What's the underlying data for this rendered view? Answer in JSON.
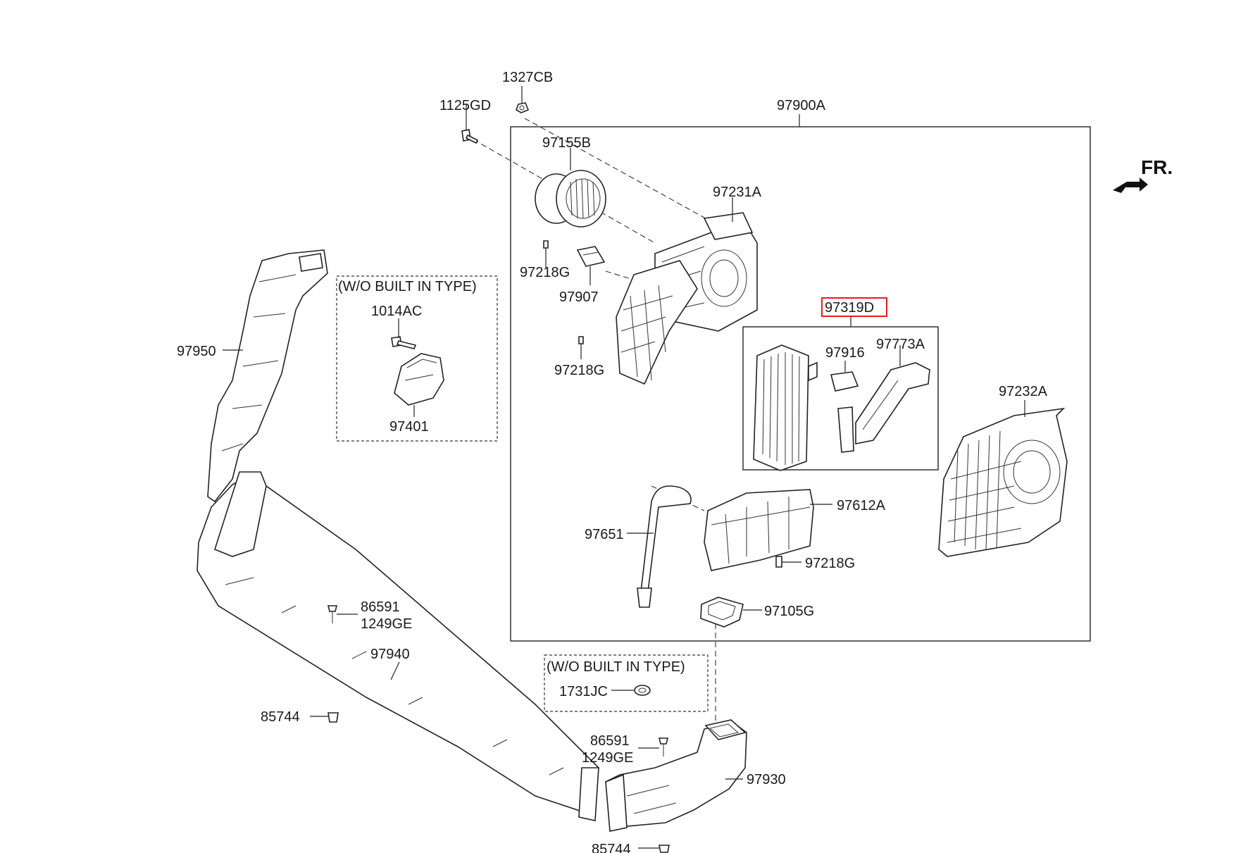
{
  "labels": {
    "p1327CB": "1327CB",
    "p1125GD": "1125GD",
    "p97900A": "97900A",
    "p97155B": "97155B",
    "p97231A": "97231A",
    "p97218G_a": "97218G",
    "p97907": "97907",
    "p97218G_b": "97218G",
    "p97319D": "97319D",
    "p97916": "97916",
    "p97773A": "97773A",
    "p97232A": "97232A",
    "p97612A": "97612A",
    "p97651": "97651",
    "p97218G_c": "97218G",
    "p97105G": "97105G",
    "p97950": "97950",
    "p1014AC": "1014AC",
    "p97401": "97401",
    "p86591_a": "86591",
    "p1249GE_a": "1249GE",
    "p97940": "97940",
    "p85744_a": "85744",
    "p1731JC": "1731JC",
    "p86591_b": "86591",
    "p1249GE_b": "1249GE",
    "p97930": "97930",
    "p85744_b": "85744"
  },
  "notes": {
    "wo_built_in_1": "(W/O BUILT IN TYPE)",
    "wo_built_in_2": "(W/O BUILT IN TYPE)"
  },
  "direction": {
    "label": "FR."
  },
  "colors": {
    "line": "#222222",
    "highlight": "#e02020"
  },
  "highlighted_part": "97319D"
}
